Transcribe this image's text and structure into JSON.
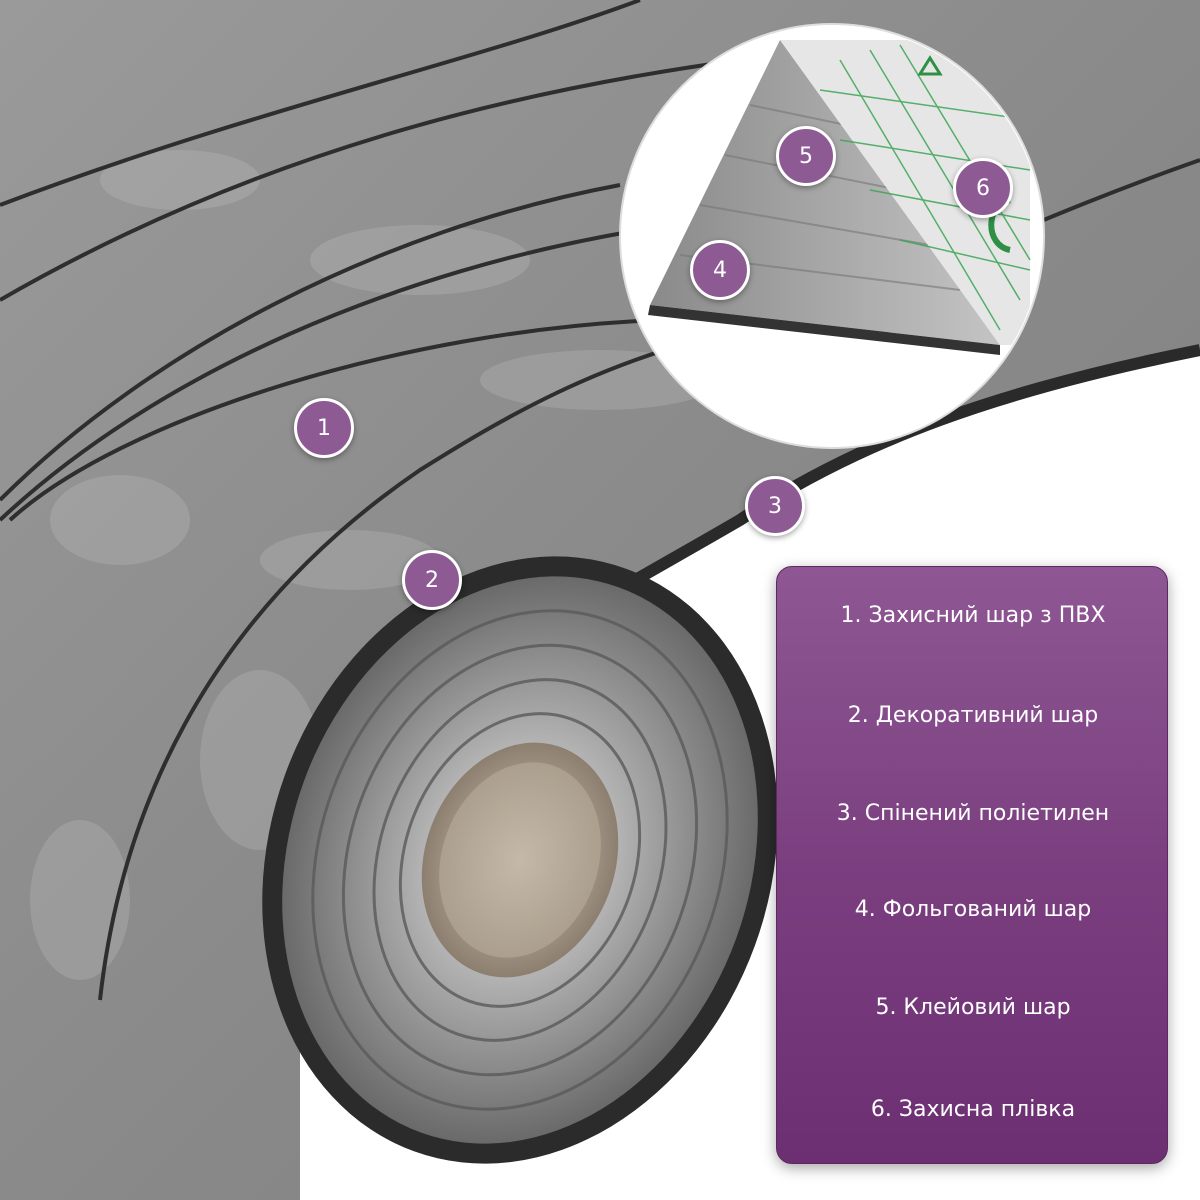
{
  "colors": {
    "marker": "#8d5a93",
    "legend_bg": "#7b3f80",
    "material_surface": "#8f8f8f",
    "foam": "#2e2e2e",
    "foil": "#c9c9c9",
    "film_grid": "#3aa555"
  },
  "markers": [
    {
      "id": "1"
    },
    {
      "id": "2"
    },
    {
      "id": "3"
    },
    {
      "id": "4"
    },
    {
      "id": "5"
    },
    {
      "id": "6"
    }
  ],
  "legend": {
    "items": [
      "1. Захисний шар з ПВХ",
      "2. Декоративний шар",
      "3. Спінений поліетилен",
      "4. Фольгований шар",
      "5. Клейовий шар",
      "6. Захисна плівка"
    ]
  },
  "icons": {
    "recycle": "recycle-icon"
  }
}
